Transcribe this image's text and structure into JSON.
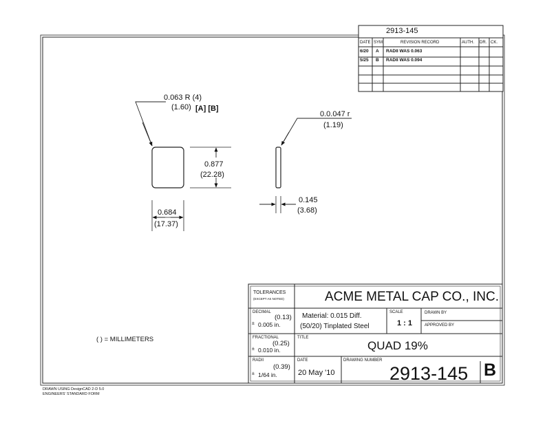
{
  "drawing_number_top": "2913-145",
  "revision_record": {
    "headers": {
      "date": "DATE",
      "sym": "SYM",
      "record": "REVISION RECORD",
      "auth": "AUTH.",
      "dr": "DR.",
      "ck": "CK."
    },
    "rows": [
      {
        "date": "6/20",
        "sym": "A",
        "record": "RADII WAS 0.063"
      },
      {
        "date": "5/25",
        "sym": "B",
        "record": "RADII WAS 0.094"
      }
    ]
  },
  "dims": {
    "radius_label": "0.063 R (4)",
    "radius_mm": "(1.60)",
    "rev_markers": "[A] [B]",
    "edge_radius": "0.0.047 r",
    "edge_radius_mm": "(1.19)",
    "height": "0.877",
    "height_mm": "(22.28)",
    "width": "0.684",
    "width_mm": "(17.37)",
    "thickness": "0.145",
    "thickness_mm": "(3.68)"
  },
  "mm_note": "( ) = MILLIMETERS",
  "title_block": {
    "tolerances": "TOLERANCES",
    "except_noted": "(EXCEPT AS NOTED)",
    "company": "ACME METAL CAP CO., INC.",
    "decimal_label": "DECIMAL",
    "decimal_mm": "(0.13)",
    "decimal_value": "0.005 in.",
    "fractional_label": "FRACTIONAL",
    "fractional_mm": "(0.25)",
    "fractional_value": "0.010 in.",
    "radii_label": "RADII",
    "radii_mm": "(0.39)",
    "radii_value": "1/64 in.",
    "plusminus": "±",
    "material_1": "Material: 0.015 Diff.",
    "material_2": "(50/20) Tinplated Steel",
    "scale_label": "SCALE",
    "scale_value": "1 : 1",
    "drawn_by_label": "DRAWN BY",
    "approved_by_label": "APPROVED BY",
    "title_label": "TITLE",
    "title_value": "QUAD  19%",
    "date_label": "DATE",
    "date_value": "20 May '10",
    "drawing_number_label": "DRAWING NUMBER",
    "drawing_number": "2913-145",
    "rev_letter": "B"
  },
  "footer": {
    "line1": "DRAWN USING DesignCAD 2-D 5.0",
    "line2": "ENGINEERS' STANDARD FORM"
  }
}
